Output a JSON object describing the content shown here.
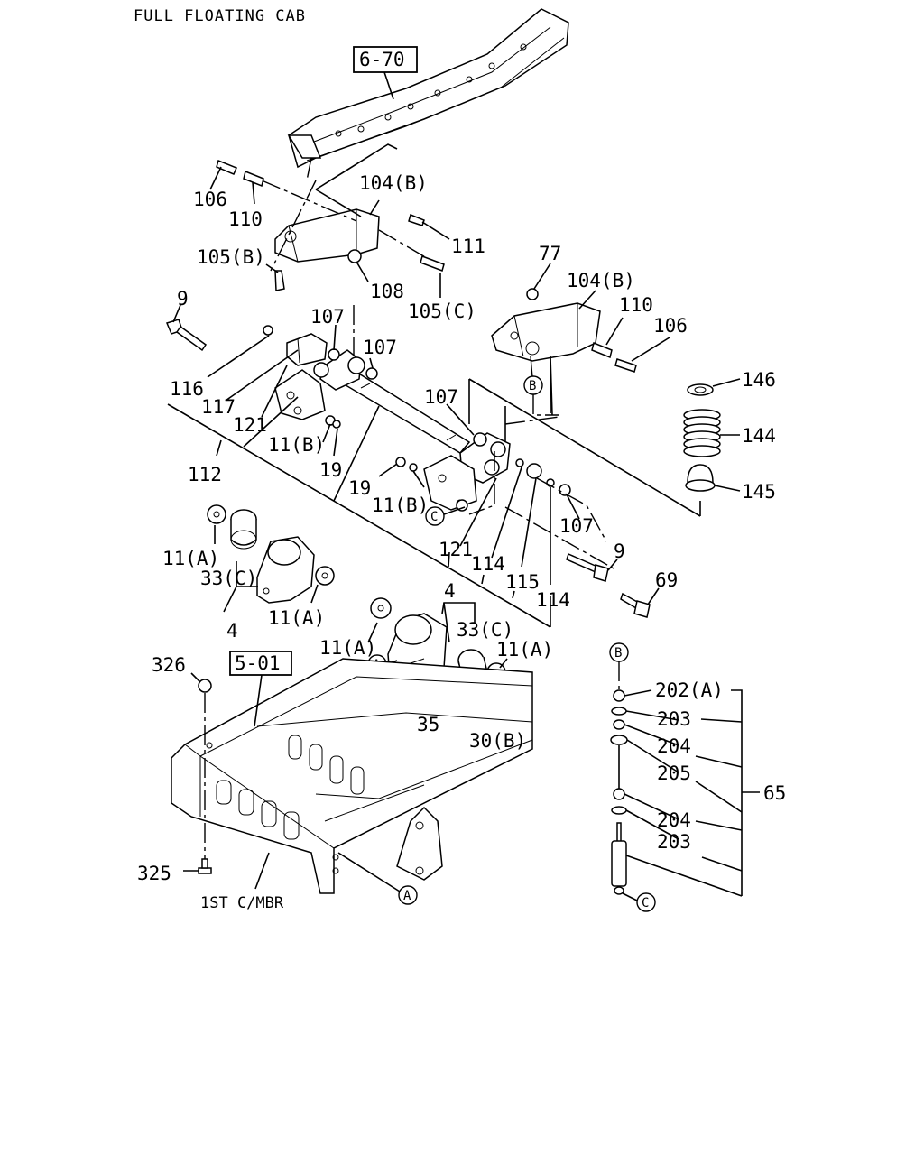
{
  "title": "FULL FLOATING CAB",
  "refs": {
    "frame_ref": "6-70",
    "crossmember_ref": "5-01",
    "crossmember_name": "1ST C/MBR"
  },
  "callouts": {
    "A": "A",
    "B": "B",
    "C": "C"
  },
  "parts": {
    "p106a": "106",
    "p110a": "110",
    "p104b_a": "104(B)",
    "p111": "111",
    "p105b": "105(B)",
    "p108": "108",
    "p105c": "105(C)",
    "p77": "77",
    "p104b_b": "104(B)",
    "p110b": "110",
    "p106b": "106",
    "p9a": "9",
    "p107a": "107",
    "p107b": "107",
    "p116": "116",
    "p117": "117",
    "p121a": "121",
    "p11b_a": "11(B)",
    "p19a": "19",
    "p112": "112",
    "p107c": "107",
    "p19b": "19",
    "p11b_b": "11(B)",
    "p107d": "107",
    "p121b": "121",
    "p114a": "114",
    "p115": "115",
    "p114b": "114",
    "p9b": "9",
    "p69": "69",
    "p146": "146",
    "p144": "144",
    "p145": "145",
    "p11a_a": "11(A)",
    "p33c_a": "33(C)",
    "p4a": "4",
    "p11a_b": "11(A)",
    "p4b": "4",
    "p33c_b": "33(C)",
    "p11a_c": "11(A)",
    "p11a_d": "11(A)",
    "p35": "35",
    "p30b": "30(B)",
    "p326": "326",
    "p325": "325",
    "p202a": "202(A)",
    "p203a": "203",
    "p204a": "204",
    "p205": "205",
    "p204b": "204",
    "p203b": "203",
    "p65": "65"
  }
}
